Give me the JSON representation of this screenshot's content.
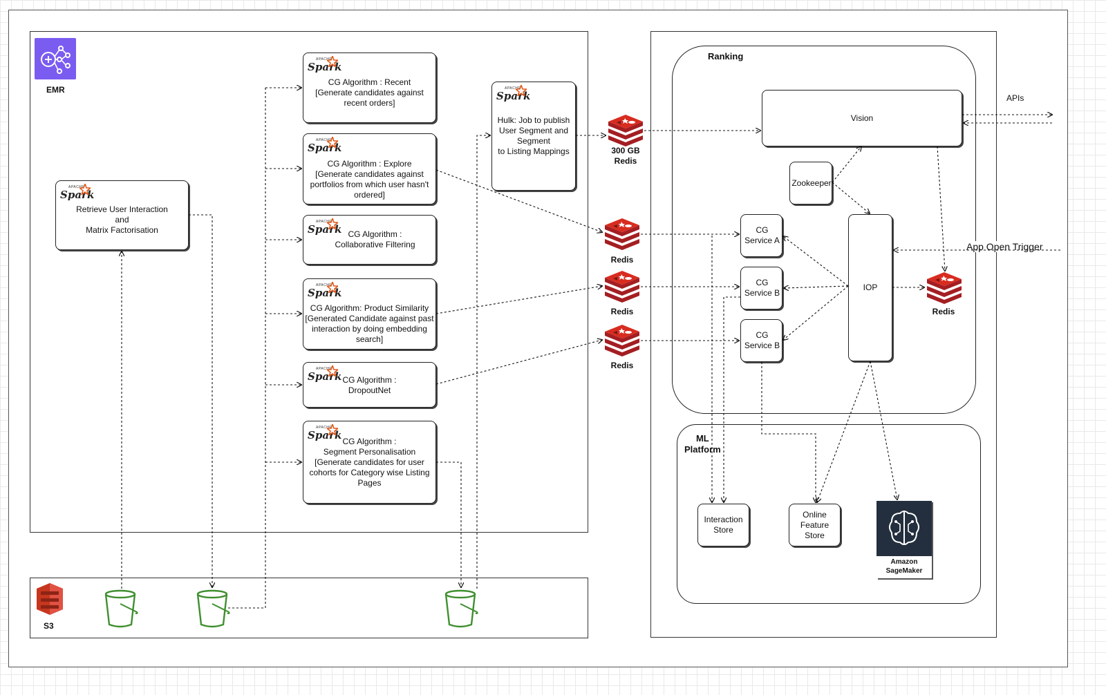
{
  "emr": {
    "label": "EMR",
    "icon": "emr-icon",
    "color": "#7b5cf0"
  },
  "s3": {
    "label": "S3",
    "icon": "s3-icon",
    "color": "#c7361f"
  },
  "retrieve": {
    "text": "Retrieve User Interaction\nand\nMatrix Factorisation"
  },
  "cg_recent": {
    "text": "CG Algorithm : Recent\n[Generate candidates against\nrecent orders]"
  },
  "cg_explore": {
    "text": "CG Algorithm : Explore\n[Generate candidates against\nportfolios from which user hasn't\nordered]"
  },
  "cg_collab": {
    "text": "CG Algorithm :\nCollaborative Filtering"
  },
  "cg_product": {
    "text": "CG Algorithm: Product Similarity\n[Generated Candidate against past\ninteraction by doing embedding\nsearch]"
  },
  "cg_dropout": {
    "text": "CG Algorithm :\nDropoutNet"
  },
  "cg_segment": {
    "text": "CG Algorithm :\nSegment Personalisation\n[Generate candidates for user\ncohorts for Category wise Listing\nPages"
  },
  "hulk": {
    "text": "Hulk: Job to publish\nUser Segment and\nSegment\nto Listing Mappings"
  },
  "redis": {
    "r300": "300 GB\nRedis",
    "r1": "Redis",
    "r2": "Redis",
    "r3": "Redis",
    "r_iop": "Redis",
    "color": "#c0262d"
  },
  "ranking": {
    "label": "Ranking"
  },
  "vision": {
    "label": "Vision"
  },
  "zookeeper": {
    "label": "Zookeeper"
  },
  "cg_service_a": {
    "label": "CG\nService A"
  },
  "cg_service_b1": {
    "label": "CG\nService B"
  },
  "cg_service_b2": {
    "label": "CG\nService B"
  },
  "iop": {
    "label": "IOP"
  },
  "apis": {
    "label": "APIs"
  },
  "app_open": {
    "label": "App Open Trigger"
  },
  "ml_platform": {
    "label": "ML\nPlatform"
  },
  "interaction_store": {
    "label": "Interaction\nStore"
  },
  "online_feature_store": {
    "label": "Online\nFeature\nStore"
  },
  "sagemaker": {
    "label": "Amazon\nSageMaker",
    "icon": "sagemaker-icon",
    "color": "#232f3e"
  },
  "spark_logo": {
    "word": "Spark",
    "apache": "APACHE",
    "star_color": "#e25a1c"
  },
  "bucket_color": "#3f8f2f"
}
